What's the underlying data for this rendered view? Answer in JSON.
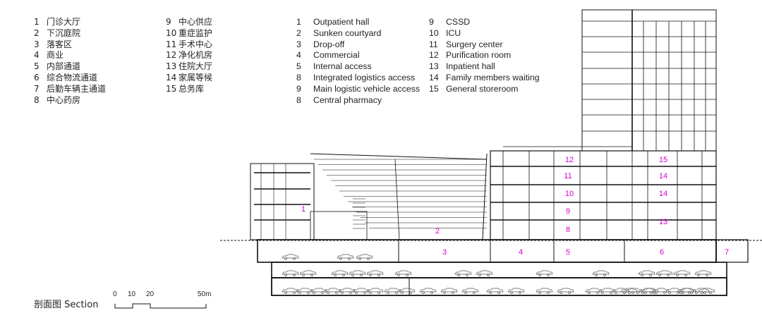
{
  "legend_cn_col1": [
    {
      "n": "1",
      "t": "门诊大厅"
    },
    {
      "n": "2",
      "t": "下沉庭院"
    },
    {
      "n": "3",
      "t": "落客区"
    },
    {
      "n": "4",
      "t": "商业"
    },
    {
      "n": "5",
      "t": "内部通道"
    },
    {
      "n": "6",
      "t": "综合物流通道"
    },
    {
      "n": "7",
      "t": "后勤车辆主通道"
    },
    {
      "n": "8",
      "t": "中心药房"
    }
  ],
  "legend_cn_col2": [
    {
      "n": "9",
      "t": "中心供应"
    },
    {
      "n": "10",
      "t": "重症监护"
    },
    {
      "n": "11",
      "t": "手术中心"
    },
    {
      "n": "12",
      "t": "净化机房"
    },
    {
      "n": "13",
      "t": "住院大厅"
    },
    {
      "n": "14",
      "t": "家属等候"
    },
    {
      "n": "15",
      "t": "总务库"
    }
  ],
  "legend_en_col1": [
    {
      "n": "1",
      "t": "Outpatient hall"
    },
    {
      "n": "2",
      "t": "Sunken courtyard"
    },
    {
      "n": "3",
      "t": "Drop-off"
    },
    {
      "n": "4",
      "t": "Commercial"
    },
    {
      "n": "5",
      "t": "Internal access"
    },
    {
      "n": "8",
      "t": "Integrated logistics access"
    },
    {
      "n": "9",
      "t": "Main logistic vehicle access"
    },
    {
      "n": "8",
      "t": "Central pharmacy"
    }
  ],
  "legend_en_col2": [
    {
      "n": "9",
      "t": "CSSD"
    },
    {
      "n": "10",
      "t": "ICU"
    },
    {
      "n": "11",
      "t": "Surgery center"
    },
    {
      "n": "12",
      "t": "Purification room"
    },
    {
      "n": "13",
      "t": "Inpatient hall"
    },
    {
      "n": "14",
      "t": "Family members waiting"
    },
    {
      "n": "15",
      "t": "General storeroom"
    }
  ],
  "section_labels": [
    "1",
    "2",
    "3",
    "4",
    "5",
    "6",
    "7",
    "8",
    "9",
    "10",
    "11",
    "12",
    "13",
    "14",
    "14",
    "15"
  ],
  "caption": "剖面图 Section",
  "scale_ticks": [
    "0",
    "10",
    "20",
    "50m"
  ],
  "label_color": "#d400d4",
  "line_color": "#111111"
}
